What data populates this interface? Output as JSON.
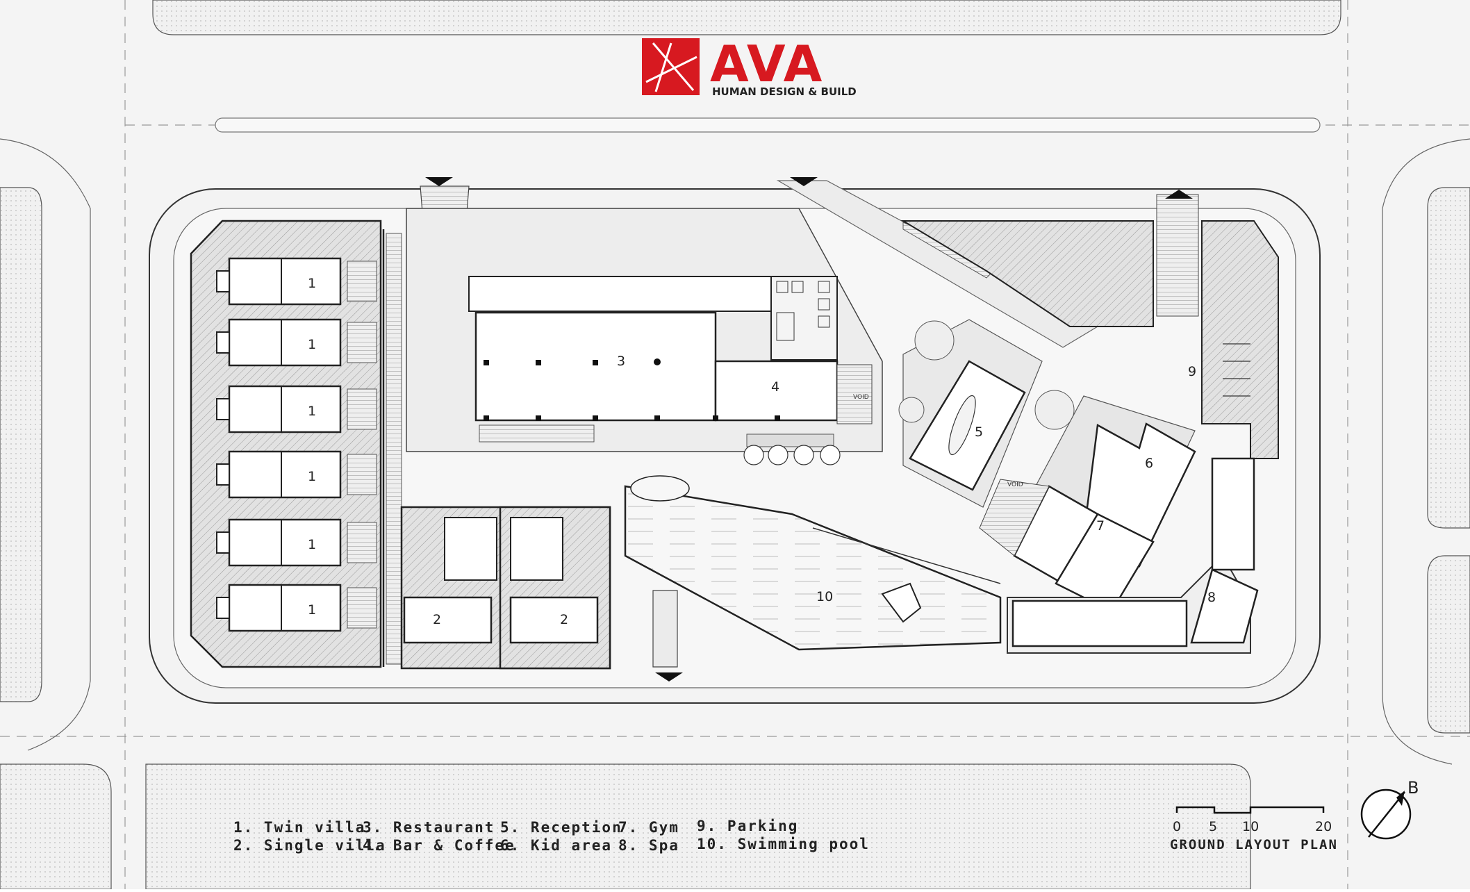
{
  "logo": {
    "brand": "AVA",
    "tagline": "HUMAN DESIGN & BUILD",
    "color": "#d71920"
  },
  "plan": {
    "void_label": "VOID",
    "zones": [
      {
        "number": "1",
        "kind": "twin-villa"
      },
      {
        "number": "2",
        "kind": "single-villa"
      },
      {
        "number": "3",
        "kind": "restaurant"
      },
      {
        "number": "4",
        "kind": "bar-coffee"
      },
      {
        "number": "5",
        "kind": "reception"
      },
      {
        "number": "6",
        "kind": "kid-area"
      },
      {
        "number": "7",
        "kind": "gym"
      },
      {
        "number": "8",
        "kind": "spa"
      },
      {
        "number": "9",
        "kind": "parking"
      },
      {
        "number": "10",
        "kind": "swimming-pool"
      }
    ]
  },
  "legend": [
    "1. Twin villa",
    "2. Single villa",
    "3. Restaurant",
    "4. Bar & Coffee",
    "5. Reception",
    "6. Kid area",
    "7. Gym",
    "8. Spa",
    "9. Parking",
    "10. Swimming pool"
  ],
  "scale_bar": {
    "ticks": [
      "0",
      "5",
      "10",
      "20"
    ],
    "caption": "GROUND LAYOUT PLAN"
  },
  "north": {
    "letter": "B"
  },
  "colors": {
    "line": "#222222",
    "hatch_fill": "#d9d9d9",
    "road": "#f4f4f4",
    "brand": "#d71920"
  }
}
